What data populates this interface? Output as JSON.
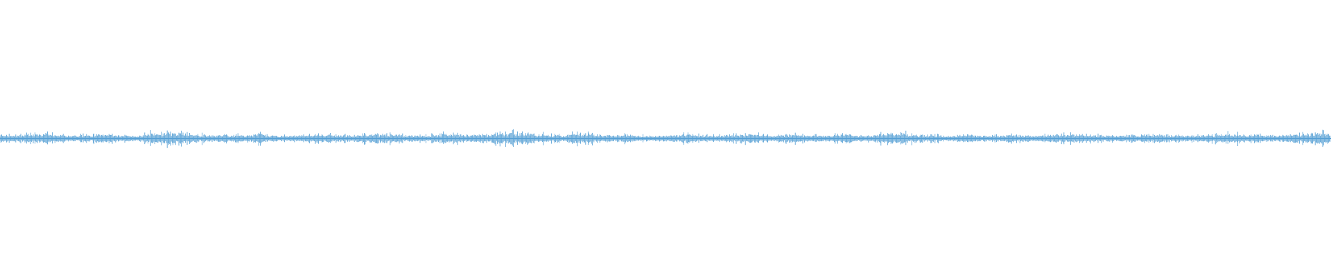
{
  "waveform": {
    "color": "#5aa2d6",
    "background": "#ffffff",
    "amplitude_scale": 1.0,
    "envelope": [
      0.55,
      0.4,
      0.6,
      0.7,
      0.45,
      0.35,
      0.5,
      0.65,
      0.4,
      0.3,
      0.85,
      0.95,
      0.9,
      0.6,
      0.45,
      0.5,
      0.4,
      0.7,
      0.35,
      0.3,
      0.4,
      0.55,
      0.45,
      0.35,
      0.6,
      0.8,
      0.45,
      0.35,
      0.4,
      0.65,
      0.55,
      0.45,
      0.7,
      0.9,
      0.95,
      0.75,
      0.5,
      0.45,
      0.9,
      0.6,
      0.4,
      0.55,
      0.35,
      0.3,
      0.45,
      0.65,
      0.4,
      0.35,
      0.55,
      0.7,
      0.4,
      0.45,
      0.6,
      0.35,
      0.4,
      0.55,
      0.3,
      0.35,
      0.85,
      0.8,
      0.5,
      0.45,
      0.35,
      0.4,
      0.45,
      0.3,
      0.55,
      0.35,
      0.4,
      0.5,
      0.6,
      0.45,
      0.4,
      0.35,
      0.45,
      0.55,
      0.5,
      0.4,
      0.35,
      0.45,
      0.65,
      0.7,
      0.55,
      0.4,
      0.45,
      0.6,
      0.85,
      0.75
    ]
  }
}
